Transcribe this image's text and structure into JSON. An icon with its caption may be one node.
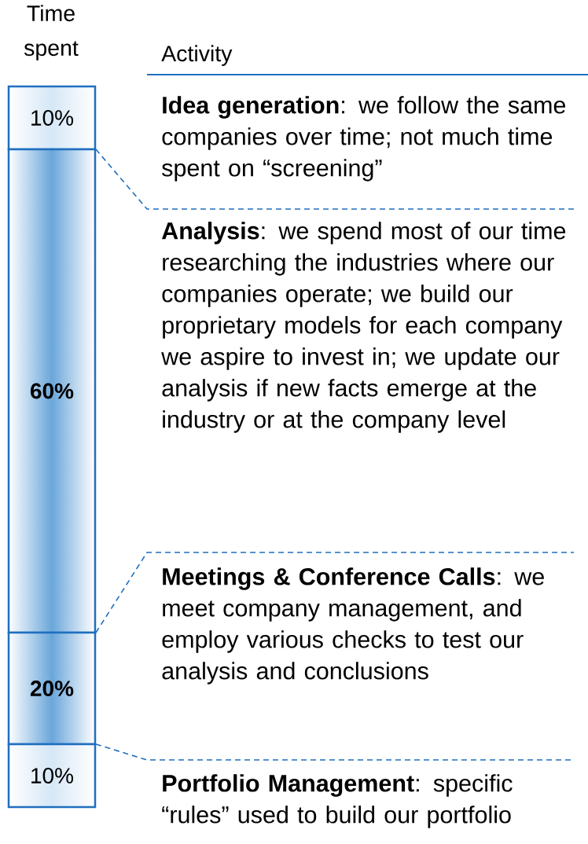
{
  "diagram": {
    "nodes": [
      {
        "text": [
          "10%"
        ]
      },
      {
        "text": [
          "60%"
        ]
      },
      {
        "text": [
          "20%"
        ]
      },
      {
        "text": [
          "10%"
        ]
      },
      {
        "text": [
          "**Idea generation**: we follow the same companies over time; not much time spent on “screening”"
        ]
      },
      {
        "text": [
          "**Analysis**: we spend most of our time researching the industries where our companies operate; we build our proprietary models for each company we aspire to invest in; we update our analysis if new facts emerge at the industry or at the company level"
        ]
      },
      {
        "text": [
          "**Meetings & Conference Calls**: we meet company management, and employ various checks to test our analysis and conclusions"
        ]
      },
      {
        "text": [
          "**Portfolio Management**: specific “rules” used to build our portfolio"
        ]
      }
    ],
    "labels": [
      "Time spent",
      "Activity"
    ]
  }
}
